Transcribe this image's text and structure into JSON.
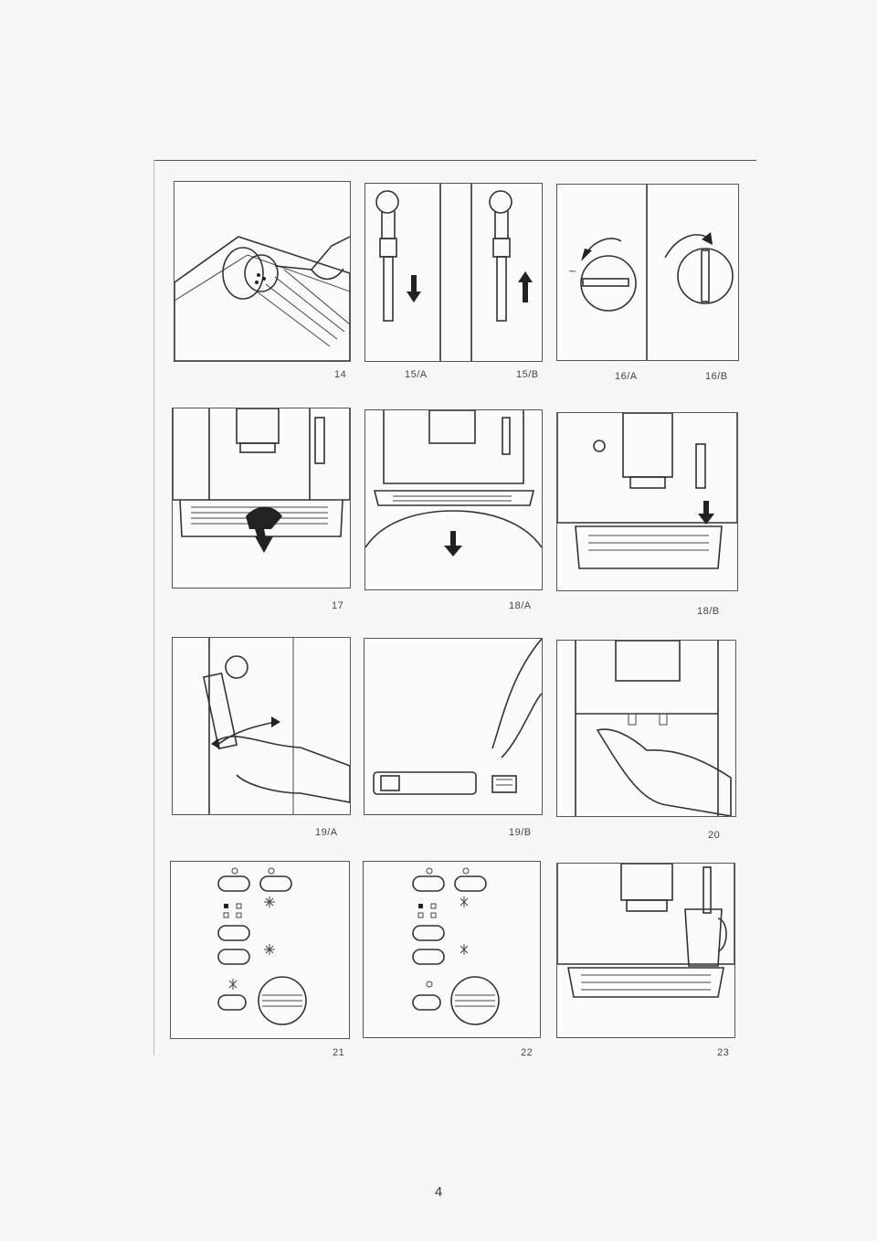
{
  "figures": [
    {
      "id": "f14",
      "label": "14"
    },
    {
      "id": "f15a",
      "label": "15/A"
    },
    {
      "id": "f15b",
      "label": "15/B"
    },
    {
      "id": "f16a",
      "label": "16/A"
    },
    {
      "id": "f16b",
      "label": "16/B"
    },
    {
      "id": "f17",
      "label": "17"
    },
    {
      "id": "f18a",
      "label": "18/A"
    },
    {
      "id": "f18b",
      "label": "18/B"
    },
    {
      "id": "f19a",
      "label": "19/A"
    },
    {
      "id": "f19b",
      "label": "19/B"
    },
    {
      "id": "f20",
      "label": "20"
    },
    {
      "id": "f21",
      "label": "21"
    },
    {
      "id": "f22",
      "label": "22"
    },
    {
      "id": "f23",
      "label": "23"
    }
  ],
  "page_number": "4"
}
